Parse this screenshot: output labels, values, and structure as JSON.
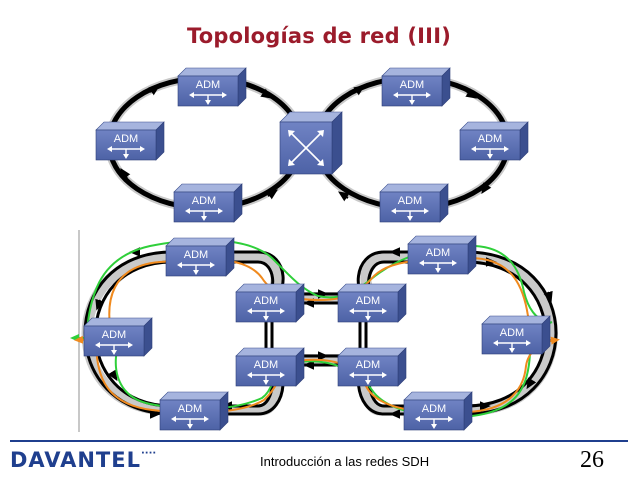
{
  "slide": {
    "title": "Topologías de red (III)",
    "footer_text": "Introducción a las redes SDH",
    "page_number": "26",
    "logo_text": "DAVANTEL",
    "device_label": "ADM"
  },
  "colors": {
    "title": "#9b1b2b",
    "box_front": "#5d72b5",
    "box_top": "#9aaad8",
    "box_side": "#3b4f8f",
    "ring": "#000000",
    "path_green": "#2fcf3a",
    "path_orange": "#f08a1e",
    "footer_blue": "#1f3f8e"
  }
}
